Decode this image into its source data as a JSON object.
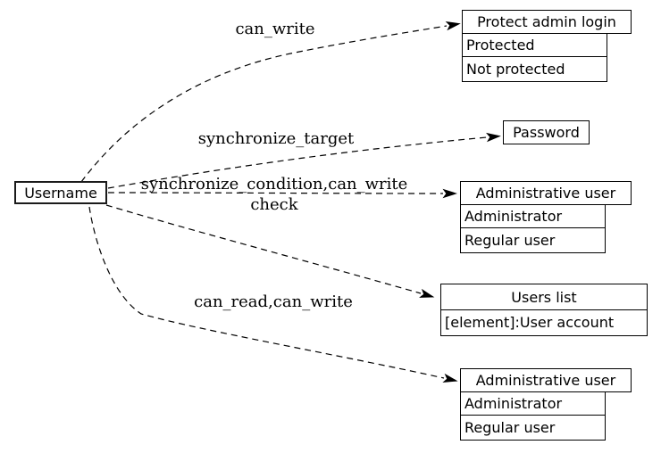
{
  "colors": {
    "background": "#ffffff",
    "stroke": "#000000",
    "text": "#000000"
  },
  "source_node": {
    "label": "Username"
  },
  "edge_labels": [
    {
      "text": "can_write"
    },
    {
      "text": "synchronize_target"
    },
    {
      "line1": "synchronize_condition,can_write",
      "line2": "check"
    },
    {
      "text": "can_read,can_write"
    }
  ],
  "nodes": [
    {
      "title": "Protect admin login",
      "rows": [
        "Protected",
        "Not protected"
      ]
    },
    {
      "title": "Password",
      "rows": []
    },
    {
      "title": "Administrative user",
      "rows": [
        "Administrator",
        "Regular user"
      ]
    },
    {
      "title": "Users list",
      "rows": [
        "[element]:User account"
      ]
    },
    {
      "title": "Administrative user",
      "rows": [
        "Administrator",
        "Regular user"
      ]
    }
  ],
  "edges": [
    {
      "from": "Username",
      "to": "Protect admin login",
      "label": "can_write",
      "style": "dashed"
    },
    {
      "from": "Username",
      "to": "Password",
      "label": "synchronize_target",
      "style": "dashed"
    },
    {
      "from": "Username",
      "to": "Administrative user",
      "label": "synchronize_condition,can_write check",
      "style": "dashed"
    },
    {
      "from": "Username",
      "to": "Users list",
      "label": "can_read,can_write",
      "style": "dashed"
    },
    {
      "from": "Username",
      "to": "Administrative user",
      "label": "",
      "style": "dashed"
    }
  ]
}
